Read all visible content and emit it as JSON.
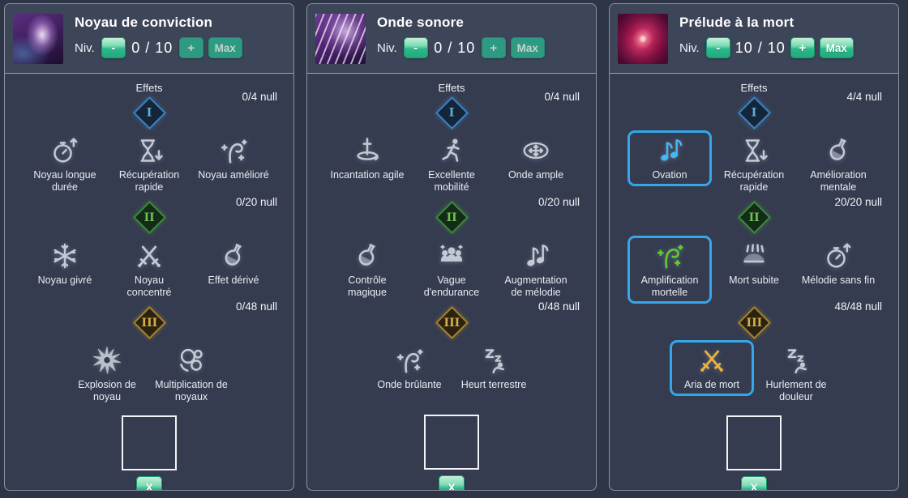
{
  "colors": {
    "accent_teal": "#27b488",
    "selected_border": "#35a7e8",
    "tier1_blue": "#5fb0e0",
    "tier2_green": "#6cc24c",
    "tier3_gold": "#d8ae42",
    "icon_grey": "#c3cad5",
    "ovation_blue": "#46b5f6",
    "amplification_green": "#5ccd30",
    "aria_gold": "#eab43c"
  },
  "panels": [
    {
      "title": "Noyau de conviction",
      "level_label": "Niv.",
      "level_value": "0 / 10",
      "buttons": {
        "minus": "-",
        "plus": "+",
        "max": "Max",
        "minus_active": true,
        "plus_active": false,
        "max_active": false
      },
      "effects_title": "Effets",
      "close_label": "X",
      "tiers": [
        {
          "numeral": "I",
          "count": "0/4 null",
          "effects": [
            {
              "label": "Noyau longue durée",
              "icon": "stopwatch-up",
              "selected": false
            },
            {
              "label": "Récupération rapide",
              "icon": "hourglass-down",
              "selected": false
            },
            {
              "label": "Noyau amélioré",
              "icon": "wand-sparkles",
              "selected": false
            }
          ]
        },
        {
          "numeral": "II",
          "count": "0/20 null",
          "effects": [
            {
              "label": "Noyau givré",
              "icon": "snowflake",
              "selected": false
            },
            {
              "label": "Noyau concentré",
              "icon": "crossed-swords",
              "selected": false
            },
            {
              "label": "Effet dérivé",
              "icon": "flask",
              "selected": false
            }
          ]
        },
        {
          "numeral": "III",
          "count": "0/48 null",
          "effects": [
            {
              "label": "Explosion de noyau",
              "icon": "sunburst",
              "selected": false
            },
            {
              "label": "Multiplication de noyaux",
              "icon": "orbs",
              "selected": false
            }
          ]
        }
      ]
    },
    {
      "title": "Onde sonore",
      "level_label": "Niv.",
      "level_value": "0 / 10",
      "buttons": {
        "minus": "-",
        "plus": "+",
        "max": "Max",
        "minus_active": true,
        "plus_active": false,
        "max_active": false
      },
      "effects_title": "Effets",
      "close_label": "X",
      "tiers": [
        {
          "numeral": "I",
          "count": "0/4 null",
          "effects": [
            {
              "label": "Incantation agile",
              "icon": "sword-swirl",
              "selected": false
            },
            {
              "label": "Excellente mobilité",
              "icon": "runner",
              "selected": false
            },
            {
              "label": "Onde ample",
              "icon": "expand-arrows",
              "selected": false
            }
          ]
        },
        {
          "numeral": "II",
          "count": "0/20 null",
          "effects": [
            {
              "label": "Contrôle magique",
              "icon": "flask",
              "selected": false
            },
            {
              "label": "Vague d'endurance",
              "icon": "crowd",
              "selected": false
            },
            {
              "label": "Augmentation de mélodie",
              "icon": "music-notes",
              "selected": false
            }
          ]
        },
        {
          "numeral": "III",
          "count": "0/48 null",
          "effects": [
            {
              "label": "Onde brûlante",
              "icon": "wand-sparkles",
              "selected": false
            },
            {
              "label": "Heurt terrestre",
              "icon": "sleep-zz",
              "selected": false
            }
          ]
        }
      ]
    },
    {
      "title": "Prélude à la mort",
      "level_label": "Niv.",
      "level_value": "10 / 10",
      "buttons": {
        "minus": "-",
        "plus": "+",
        "max": "Max",
        "minus_active": true,
        "plus_active": true,
        "max_active": true
      },
      "effects_title": "Effets",
      "close_label": "X",
      "tiers": [
        {
          "numeral": "I",
          "count": "4/4 null",
          "effects": [
            {
              "label": "Ovation",
              "icon": "music-notes",
              "selected": true,
              "icon_color": "#46b5f6"
            },
            {
              "label": "Récupération rapide",
              "icon": "hourglass-down",
              "selected": false
            },
            {
              "label": "Amélioration mentale",
              "icon": "flask",
              "selected": false
            }
          ]
        },
        {
          "numeral": "II",
          "count": "20/20 null",
          "effects": [
            {
              "label": "Amplification mortelle",
              "icon": "wand-sparkles",
              "selected": true,
              "icon_color": "#5ccd30"
            },
            {
              "label": "Mort subite",
              "icon": "dome-strike",
              "selected": false
            },
            {
              "label": "Mélodie sans fin",
              "icon": "stopwatch-up",
              "selected": false
            }
          ]
        },
        {
          "numeral": "III",
          "count": "48/48 null",
          "effects": [
            {
              "label": "Aria de mort",
              "icon": "crossed-swords",
              "selected": true,
              "icon_color": "#eab43c"
            },
            {
              "label": "Hurlement de douleur",
              "icon": "sleep-zz",
              "selected": false
            }
          ]
        }
      ]
    }
  ]
}
